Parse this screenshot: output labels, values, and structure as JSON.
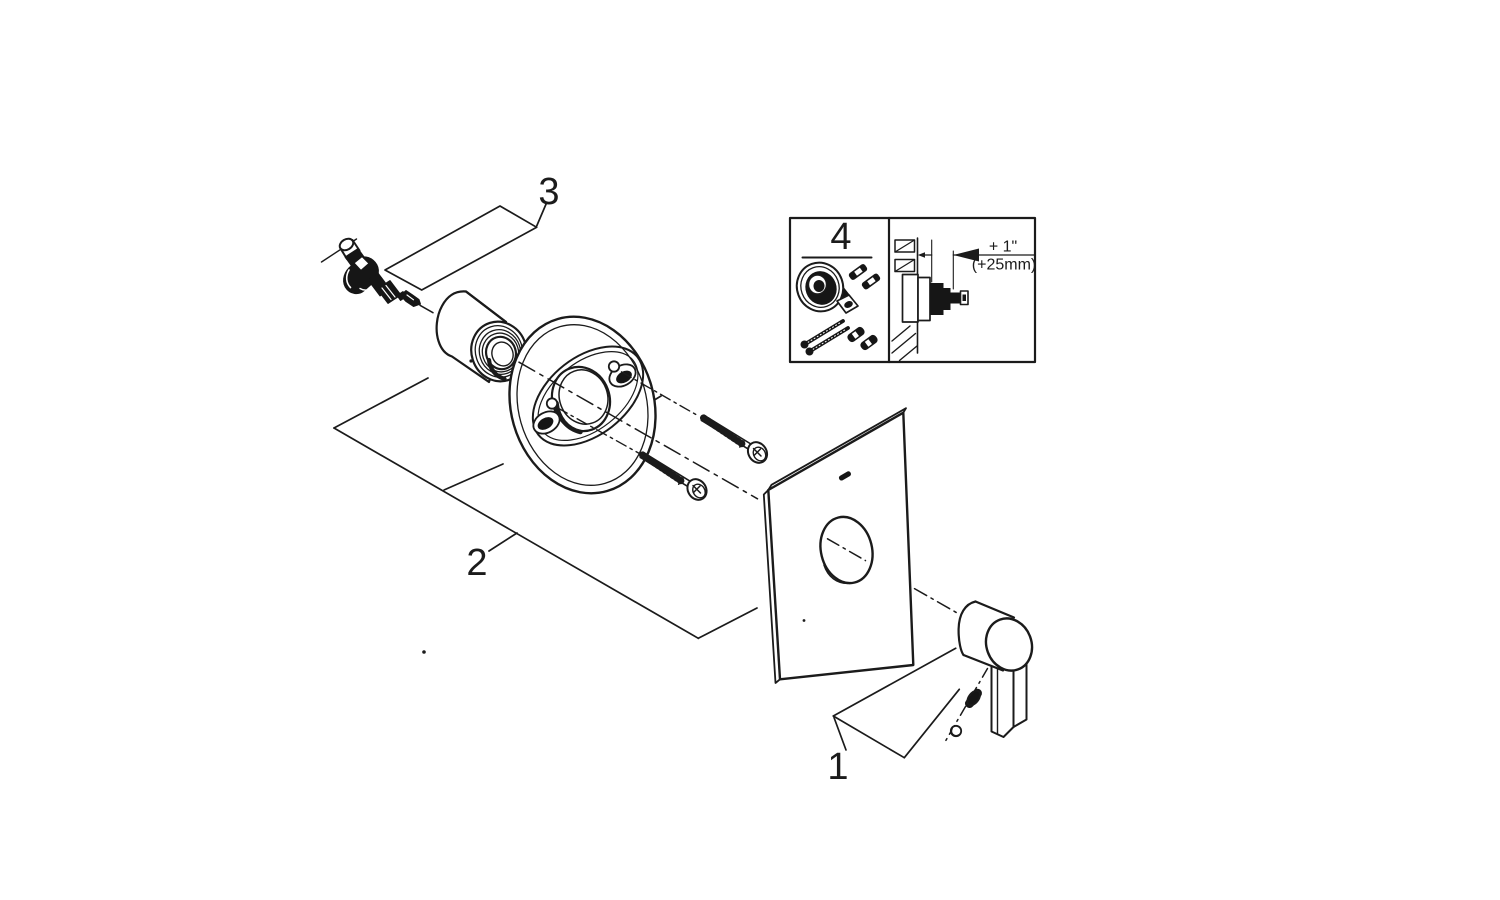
{
  "diagram": {
    "type": "exploded-parts-installation-diagram",
    "background": "#ffffff",
    "line_color": "#1b1b1b"
  },
  "labels": {
    "callout1": "1",
    "callout2": "2",
    "callout3": "3"
  },
  "inset": {
    "label": "4",
    "dim_inch": "+ 1\"",
    "dim_mm": "(+25mm)"
  }
}
